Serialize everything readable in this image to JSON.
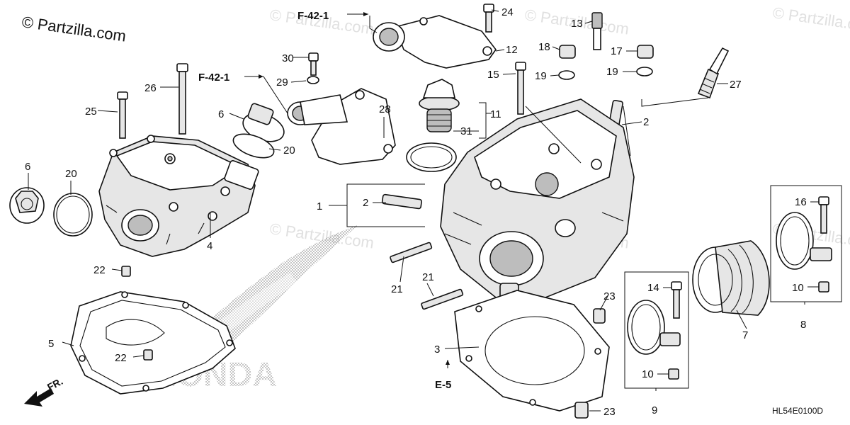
{
  "watermarks": {
    "main": "© Partzilla.com",
    "faint": "© Partzilla.com"
  },
  "diagram_code": "HL54E0100D",
  "direction_label": "FR.",
  "references": {
    "f42_top": "F-42-1",
    "f42_left": "F-42-1",
    "e5": "E-5"
  },
  "logo_text": "HONDA",
  "callouts": {
    "c1": "1",
    "c2a": "2",
    "c2b": "2",
    "c3": "3",
    "c4": "4",
    "c5": "5",
    "c6a": "6",
    "c6b": "6",
    "c7": "7",
    "c8": "8",
    "c9": "9",
    "c10a": "10",
    "c10b": "10",
    "c11": "11",
    "c12": "12",
    "c13": "13",
    "c14": "14",
    "c15": "15",
    "c16": "16",
    "c17": "17",
    "c18": "18",
    "c19a": "19",
    "c19b": "19",
    "c20a": "20",
    "c20b": "20",
    "c21a": "21",
    "c21b": "21",
    "c22a": "22",
    "c22b": "22",
    "c23a": "23",
    "c23b": "23",
    "c24": "24",
    "c25": "25",
    "c26": "26",
    "c27": "27",
    "c28": "28",
    "c29": "29",
    "c30": "30",
    "c31": "31"
  },
  "colors": {
    "line": "#111111",
    "background": "#ffffff",
    "watermark": "#c8c8c8",
    "logo_dots": "#9a9a9a"
  }
}
